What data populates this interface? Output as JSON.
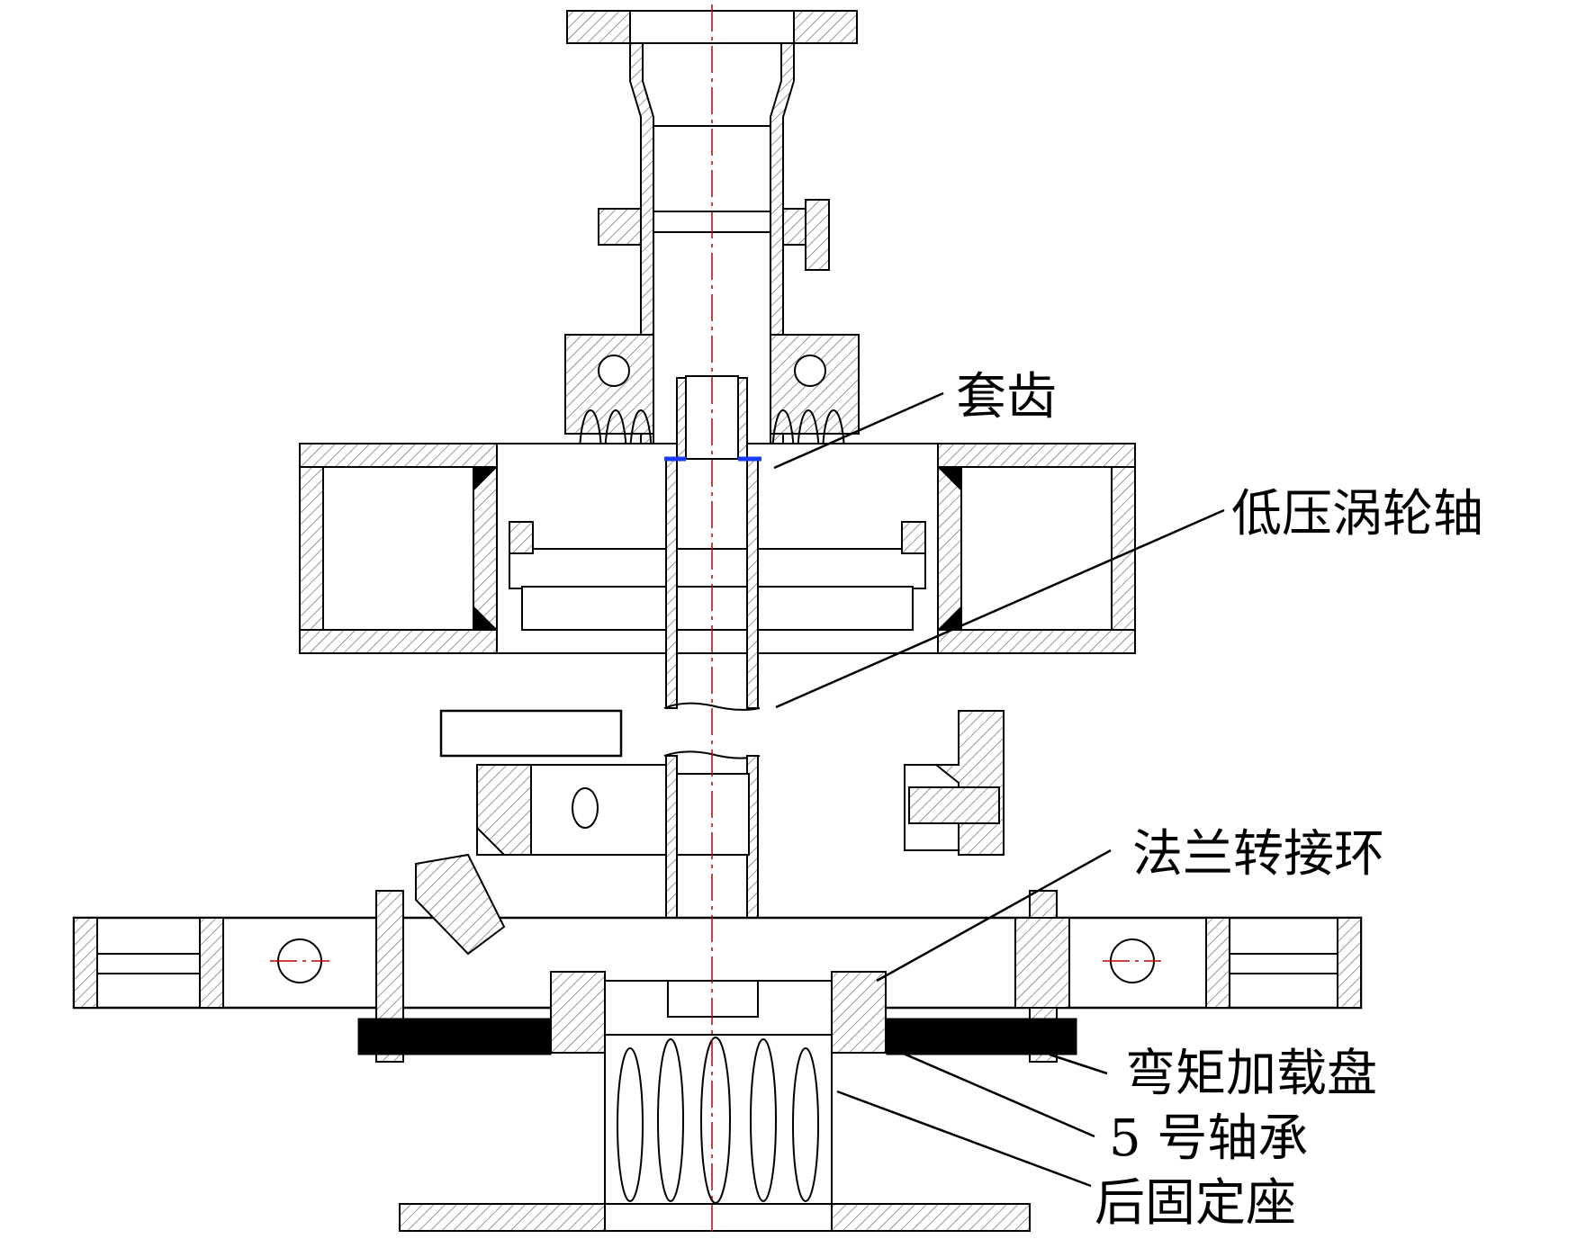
{
  "labels": {
    "sleeve_gear": "套齿",
    "lp_turbine_shaft": "低压涡轮轴",
    "flange_adapter_ring": "法兰转接环",
    "bending_load_disc": "弯矩加载盘",
    "bearing_no5": "5 号轴承",
    "rear_fixed_seat": "后固定座"
  },
  "colors": {
    "line": "#000000",
    "centerline": "#c00000",
    "seal": "#1a3cff"
  }
}
